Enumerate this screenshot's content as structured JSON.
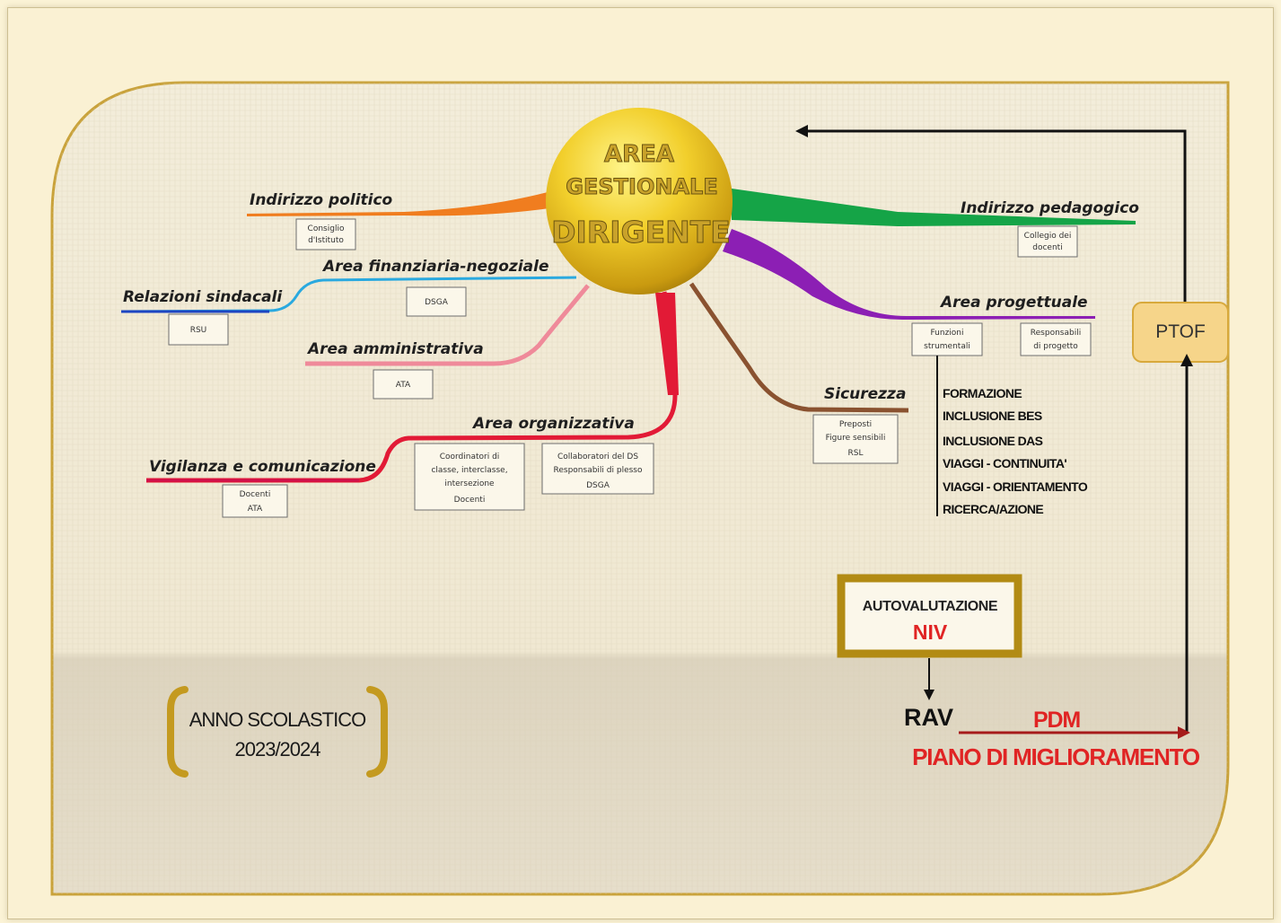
{
  "center": {
    "line1": "AREA",
    "line2": "GESTIONALE",
    "line3": "DIRIGENTE"
  },
  "branches": [
    {
      "label": "Indirizzo politico",
      "color": "#f07d1f",
      "box": [
        "Consiglio",
        "d'Istituto"
      ]
    },
    {
      "label": "Area finanziaria-negoziale",
      "color": "#2aa9df",
      "box": [
        "DSGA"
      ]
    },
    {
      "label": "Relazioni sindacali",
      "color": "#1d45c2",
      "box": [
        "RSU"
      ]
    },
    {
      "label": "Area amministrativa",
      "color": "#ef8a9a",
      "box": [
        "ATA"
      ]
    },
    {
      "label": "Area organizzativa",
      "color": "#e21a36",
      "boxes": [
        [
          "Coordinatori di",
          "classe, interclasse,",
          "intersezione",
          "Docenti"
        ],
        [
          "Collaboratori del DS",
          "Responsabili di plesso",
          "DSGA"
        ]
      ]
    },
    {
      "label": "Vigilanza e comunicazione",
      "color": "#d0104a",
      "box": [
        "Docenti",
        "ATA"
      ]
    },
    {
      "label": "Indirizzo pedagogico",
      "color": "#15a447",
      "box": [
        "Collegio dei",
        "docenti"
      ]
    },
    {
      "label": "Area progettuale",
      "color": "#8c1fb4",
      "boxes": [
        [
          "Funzioni",
          "strumentali"
        ],
        [
          "Responsabili",
          "di progetto"
        ]
      ]
    },
    {
      "label": "Sicurezza",
      "color": "#8a5230",
      "box": [
        "Preposti",
        "Figure sensibili",
        "RSL"
      ]
    }
  ],
  "funzioni_list": [
    "FORMAZIONE",
    "INCLUSIONE  BES",
    "INCLUSIONE  DAS",
    "VIAGGI  - CONTINUITA'",
    "VIAGGI  - ORIENTAMENTO",
    "RICERCA/AZIONE"
  ],
  "ptof": "PTOF",
  "autovalutazione": {
    "title": "AUTOVALUTAZIONE",
    "subtitle": "NIV"
  },
  "rav": "RAV",
  "pdm": {
    "short": "PDM",
    "full": "PIANO DI MIGLIORAMENTO"
  },
  "anno": {
    "line1": "ANNO SCOLASTICO",
    "line2": "2023/2024"
  },
  "colors": {
    "frame_gold": "#c9a23a",
    "paper": "#f3ecd9",
    "red": "#e02424"
  }
}
